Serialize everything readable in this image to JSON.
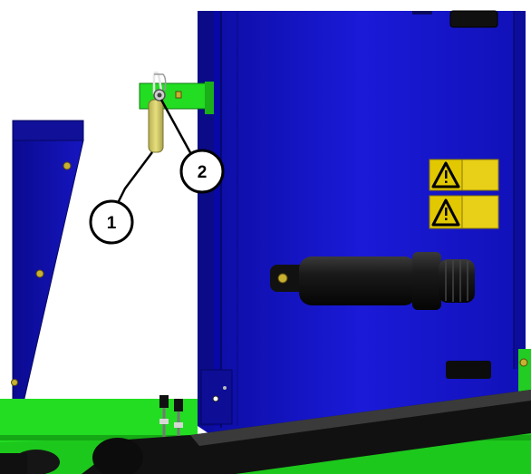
{
  "figure": {
    "callouts": [
      {
        "label": "1",
        "part": "pin"
      },
      {
        "label": "2",
        "part": "clip"
      }
    ],
    "warning_decals": [
      {
        "symbol": "warning-triangle"
      },
      {
        "symbol": "warning-triangle"
      }
    ],
    "colors": {
      "machine_frame": "#1414c8",
      "frame_edge": "#0a0a70",
      "bracket": "#22dd22",
      "pin": "#d9d166",
      "decal": "#e2c800",
      "cylinder": "#161616",
      "bolt": "#c8b030",
      "chain": "#d2b000"
    }
  }
}
